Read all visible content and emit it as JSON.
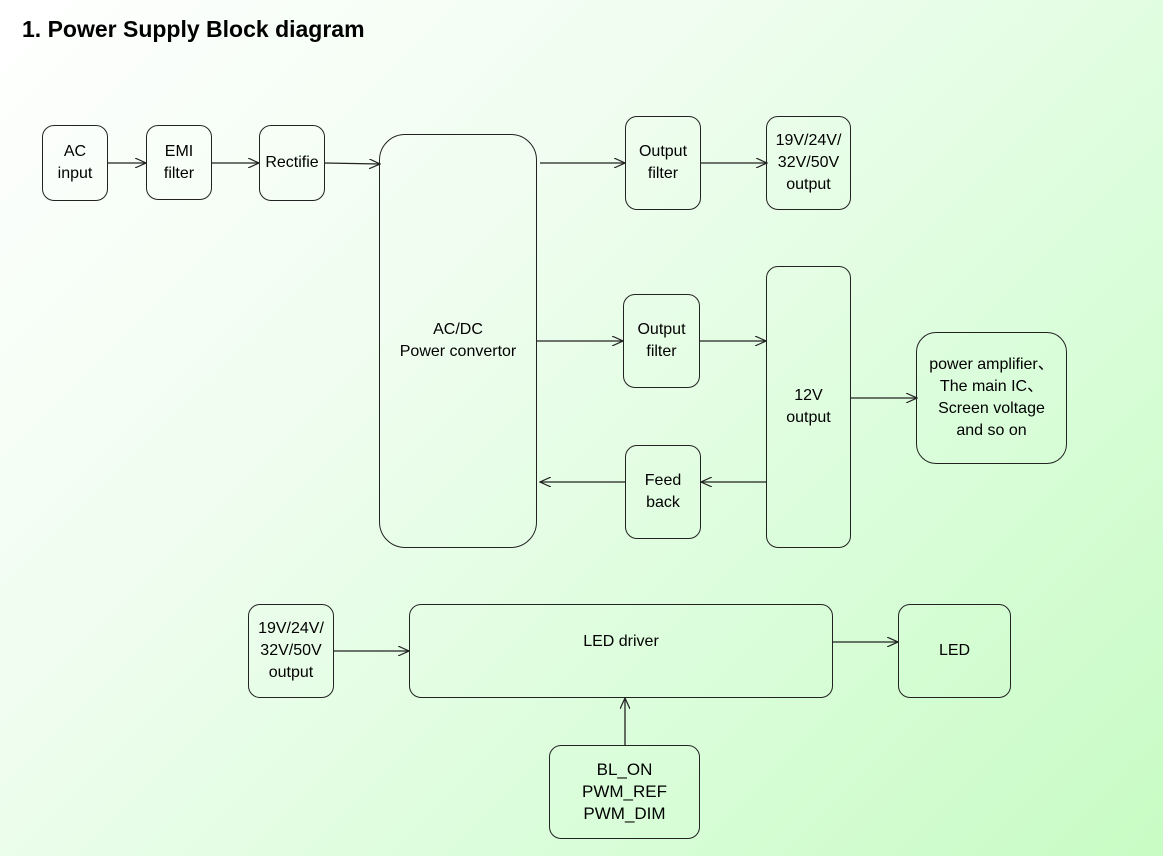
{
  "title": "1. Power Supply Block diagram",
  "blocks": {
    "ac_input": "AC\ninput",
    "emi_filter": "EMI\nfilter",
    "rectifier": "Rectifie",
    "acdc": "AC/DC\nPower convertor",
    "output_filter_top": "Output\nfilter",
    "output_top": "19V/24V/\n32V/50V\noutput",
    "output_filter_mid": "Output\nfilter",
    "output_12v": "12V\noutput",
    "feedback": "Feed\nback",
    "loads": "power amplifier、\nThe main IC、\nScreen voltage\nand so on",
    "output_bottom": "19V/24V/\n32V/50V\noutput",
    "led_driver": "LED driver",
    "led": "LED",
    "control": "BL_ON\nPWM_REF\nPWM_DIM"
  }
}
